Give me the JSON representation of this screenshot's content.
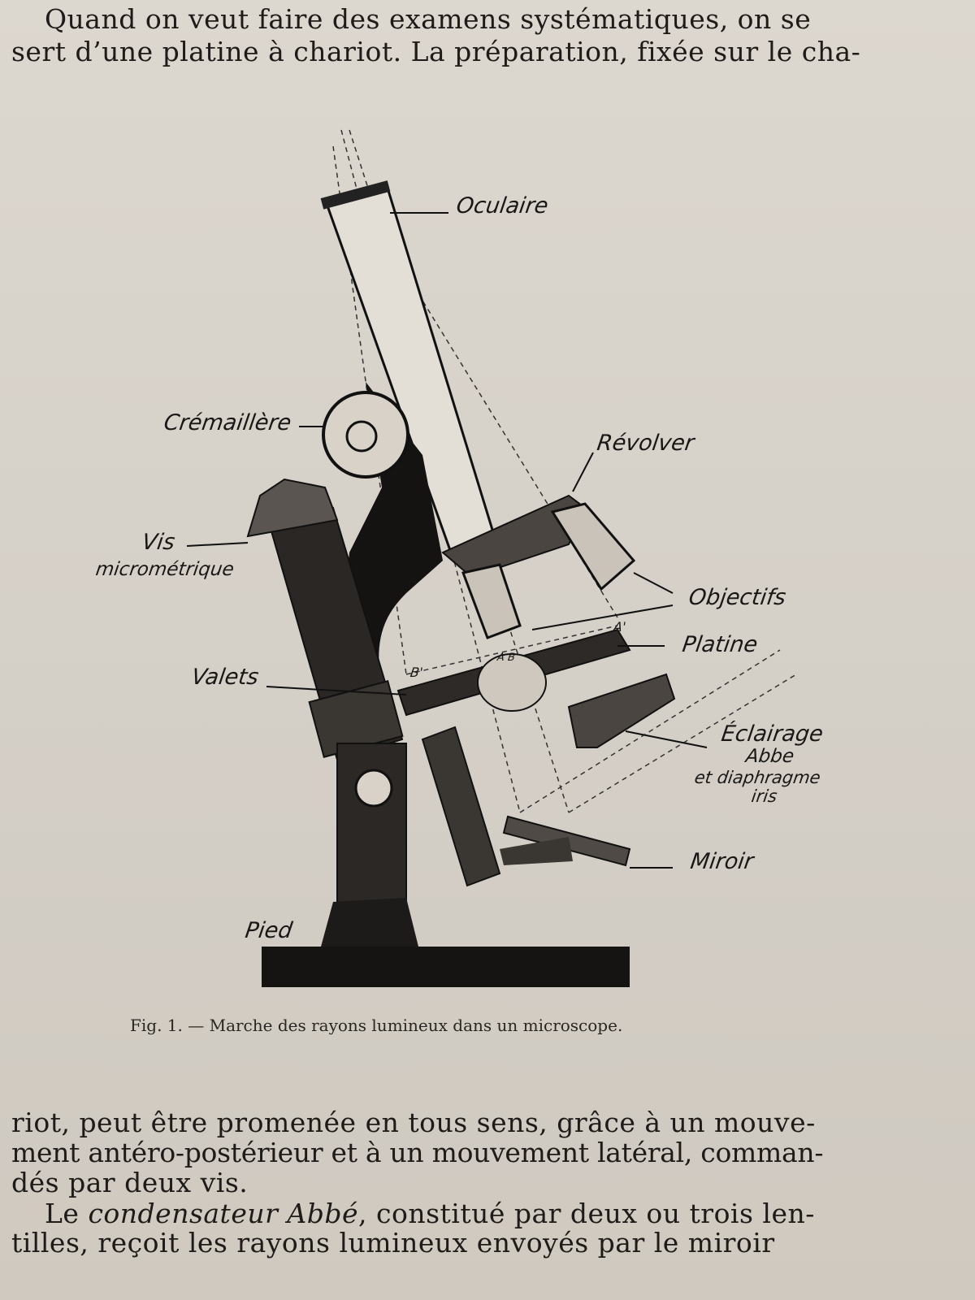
{
  "text_top": [
    "Quand on veut faire des examens systématiques, on se",
    "sert d’une platine à chariot. La préparation, fixée sur le cha-"
  ],
  "figure": {
    "labels": {
      "oculaire": "Oculaire",
      "cremaillere": "Crémaillère",
      "revolver": "Révolver",
      "vis": "Vis",
      "micrometrique": "micrométrique",
      "objectifs": "Objectifs",
      "platine": "Platine",
      "valets": "Valets",
      "eclairage": "Éclairage",
      "abbe": "Abbe",
      "diaphragme": "et diaphragme",
      "iris": "iris",
      "miroir": "Miroir",
      "pied": "Pied",
      "a_prime": "A'",
      "b_prime": "B'",
      "ab": "A B"
    },
    "caption": "Fig. 1. — Marche des rayons lumineux dans un microscope."
  },
  "text_bottom": {
    "line1": "riot, peut être promenée en tous sens, grâce à un mouve-",
    "line2": "ment antéro-postérieur et à un mouvement latéral, comman-",
    "line3": "dés par deux vis.",
    "line4_start": "Le ",
    "line4_italic": "condensateur Abbé",
    "line4_end": ", constitué par deux ou trois len-",
    "line5": "tilles, reçoit les rayons lumineux envoyés par le miroir"
  }
}
